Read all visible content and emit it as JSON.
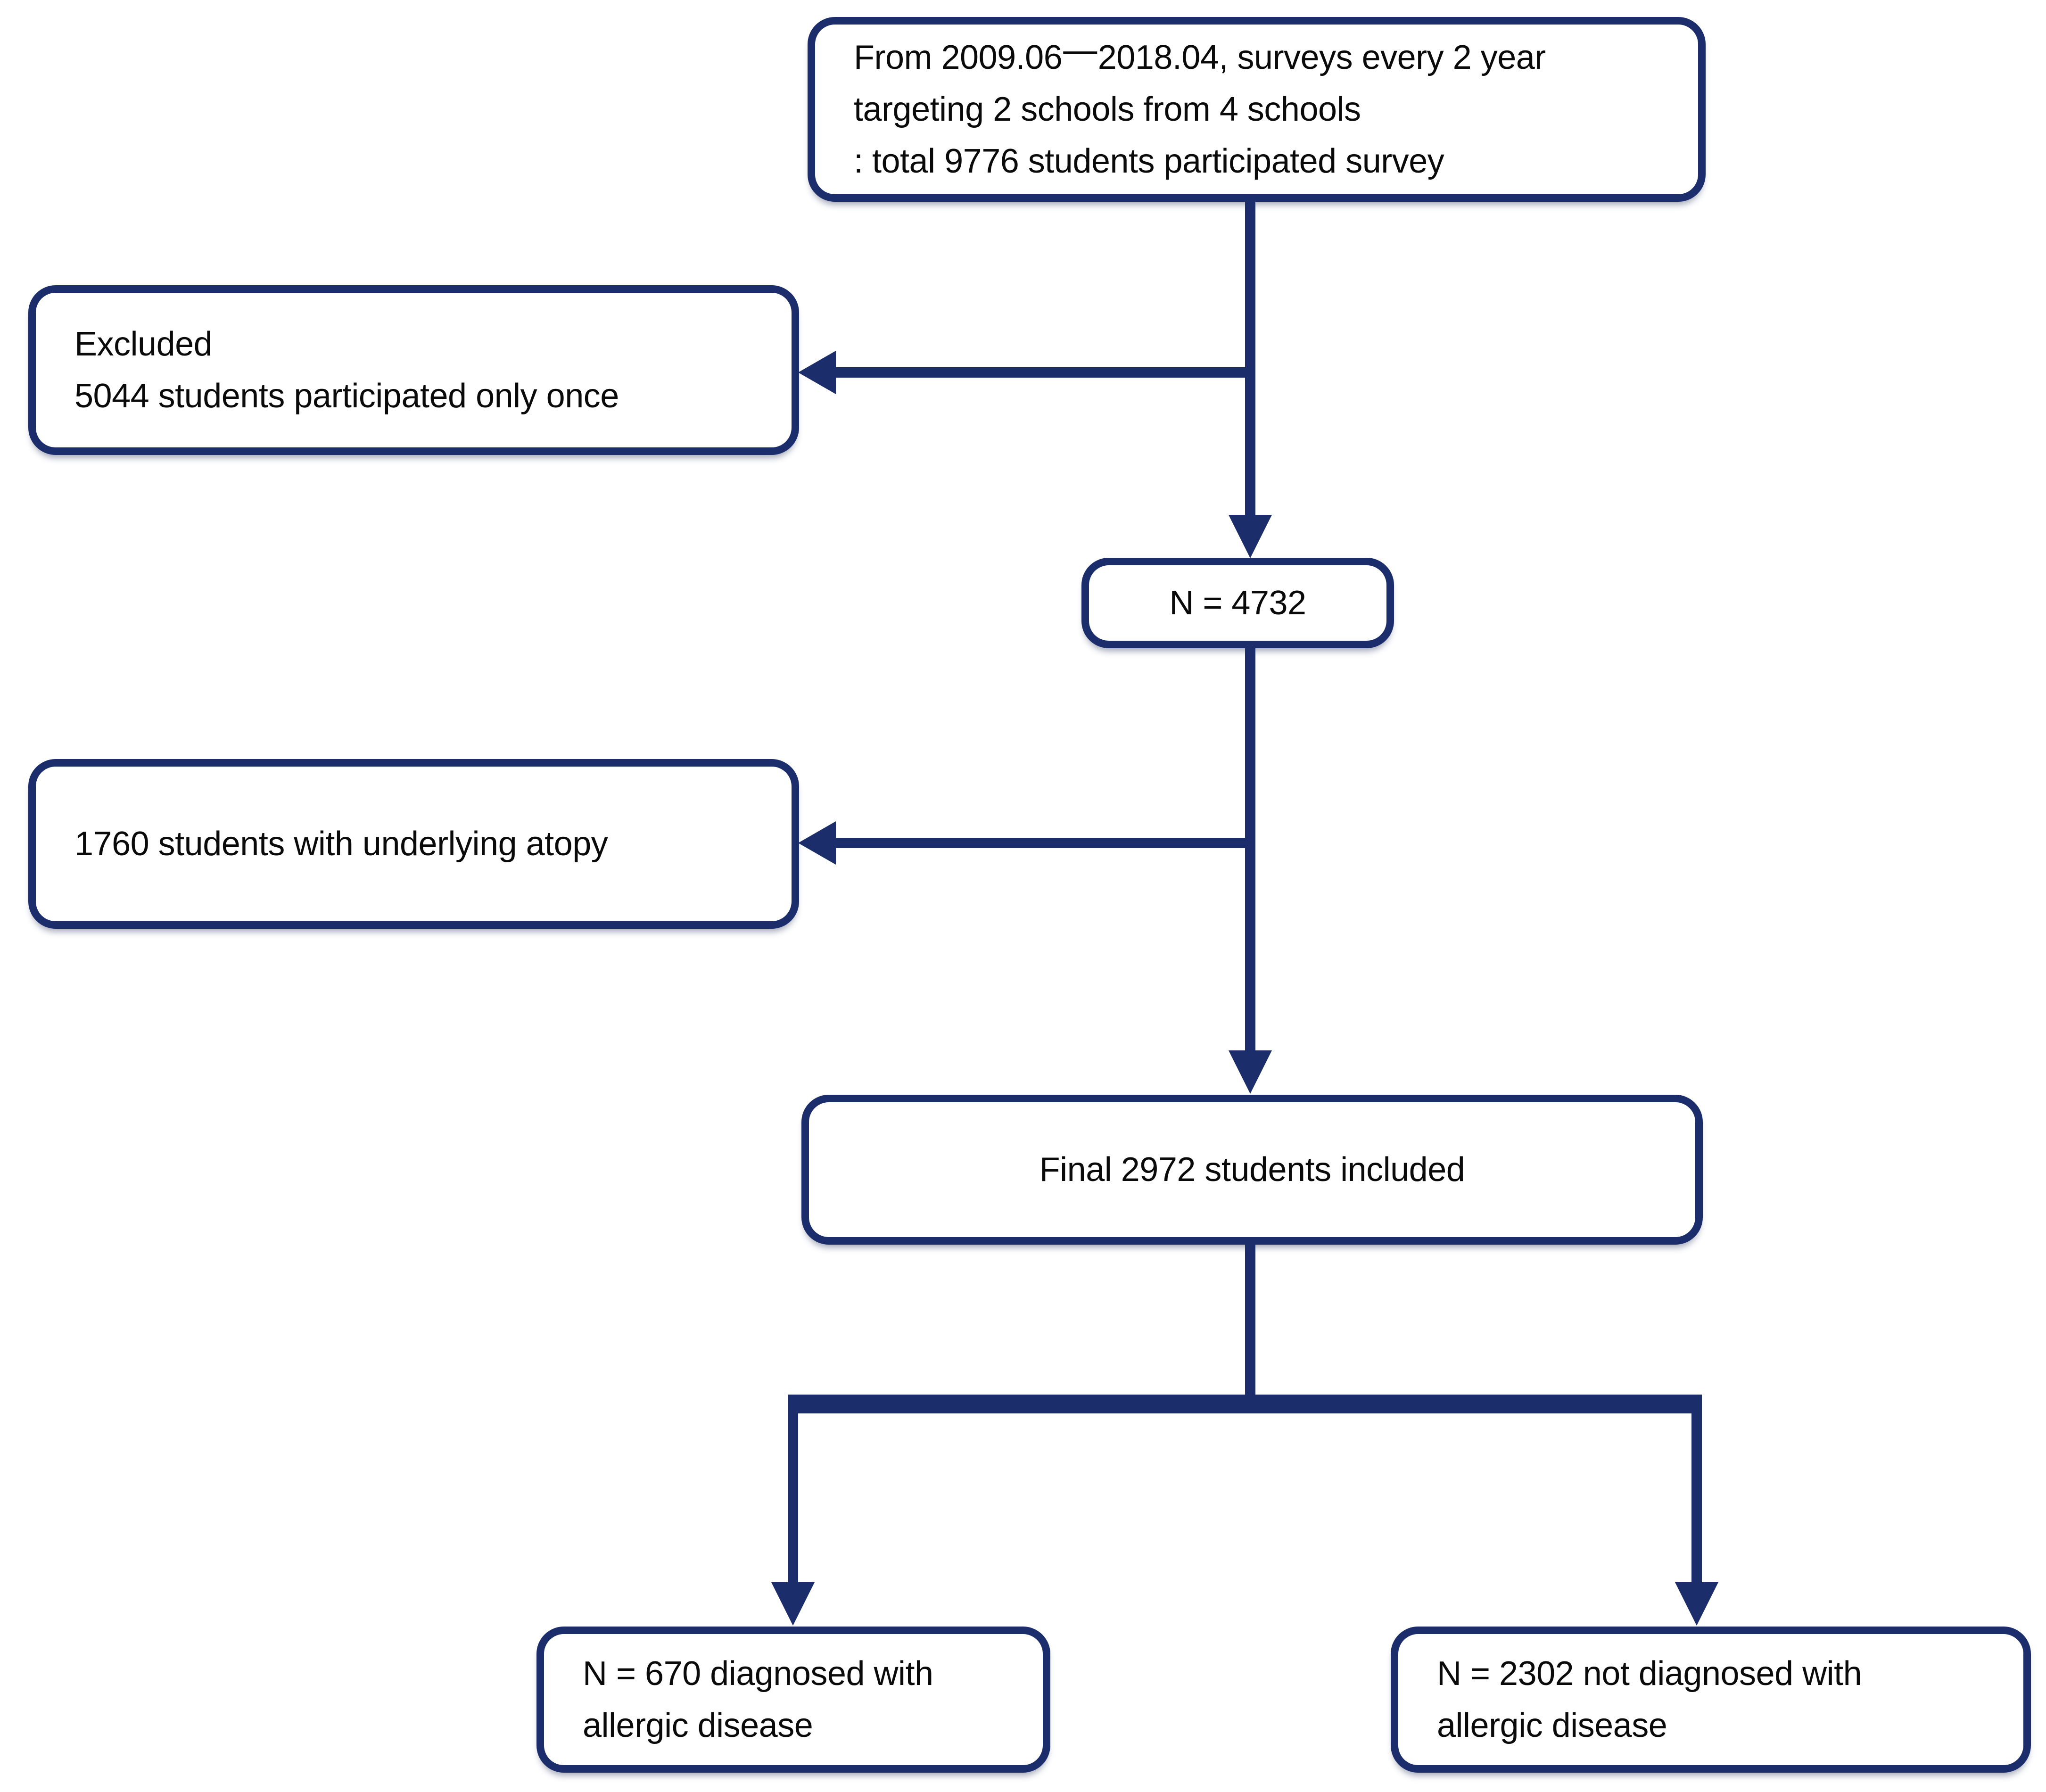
{
  "colors": {
    "line": "#1b2e6b",
    "text": "#0a0a0a",
    "background": "#ffffff"
  },
  "diagram": {
    "survey": {
      "line1_pre": "From 2009.06",
      "dash": "—",
      "line1_post": "2018.04, surveys every 2 year",
      "line2": "targeting 2 schools from 4 schools",
      "line3": ": total 9776 students participated survey"
    },
    "excluded": {
      "line1": "Excluded",
      "line2": "5044 students participated only once"
    },
    "n4732": {
      "text": "N = 4732"
    },
    "atopy": {
      "text": "1760 students with underlying atopy"
    },
    "final": {
      "text": "Final 2972 students included"
    },
    "allergic": {
      "line1": "N = 670 diagnosed with",
      "line2": "allergic disease"
    },
    "non_allergic": {
      "line1": "N = 2302 not diagnosed with",
      "line2": "allergic disease"
    }
  }
}
